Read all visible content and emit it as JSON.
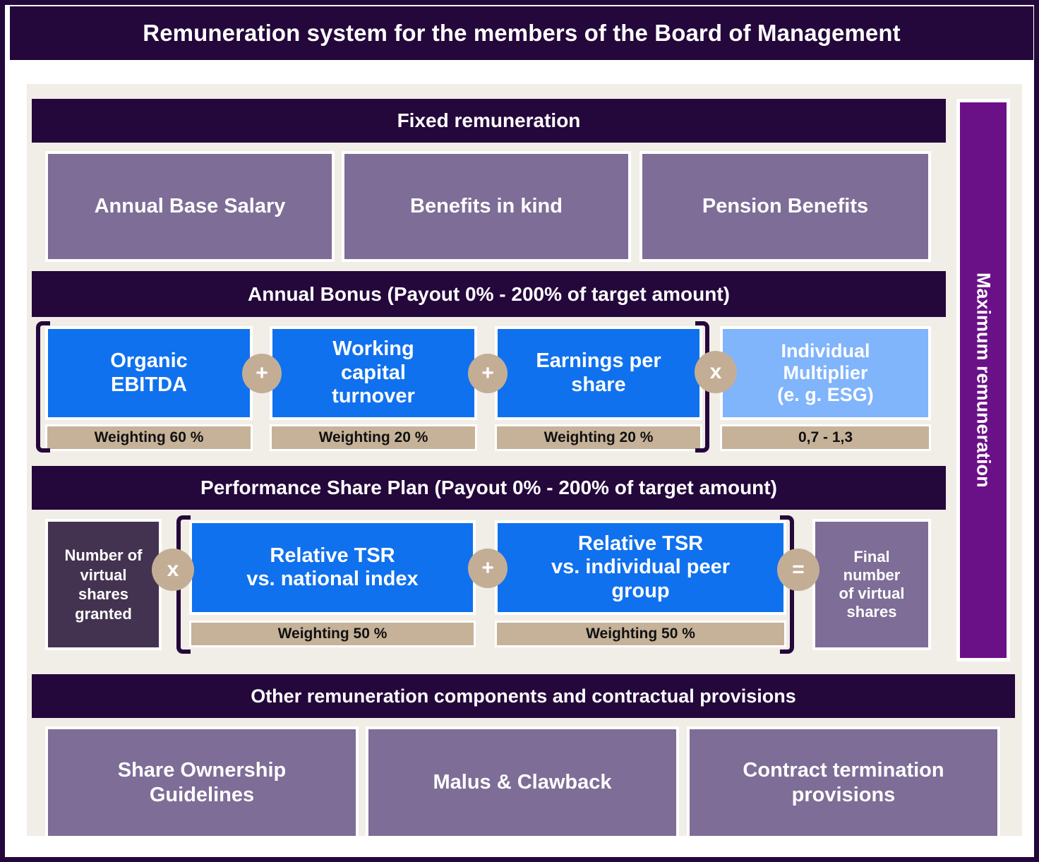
{
  "title": "Remuneration system for the members of the Board of Management",
  "colors": {
    "dark_purple": "#24073B",
    "mauve": "#7E6D97",
    "blue": "#1071EE",
    "light_blue": "#80B4FB",
    "tan": "#C6B299",
    "operator": "#C3AE95",
    "vertical_bar_purple": "#6B1188",
    "dark_box": "#443350",
    "cream": "#F1EDE7"
  },
  "fixed_remuneration": {
    "heading": "Fixed remuneration",
    "items": [
      {
        "label": "Annual Base Salary"
      },
      {
        "label": "Benefits in kind"
      },
      {
        "label": "Pension Benefits"
      }
    ]
  },
  "annual_bonus": {
    "heading": "Annual Bonus (Payout 0% - 200% of target amount)",
    "metrics": [
      {
        "label": "Organic\nEBITDA",
        "weighting": "Weighting 60 %"
      },
      {
        "label": "Working\ncapital\nturnover",
        "weighting": "Weighting 20 %"
      },
      {
        "label": "Earnings per\nshare",
        "weighting": "Weighting 20 %"
      }
    ],
    "operators": [
      "+",
      "+",
      "x"
    ],
    "multiplier": {
      "label": "Individual\nMultiplier\n(e. g. ESG)",
      "range": "0,7  -  1,3"
    }
  },
  "performance_share_plan": {
    "heading": "Performance Share Plan (Payout 0% - 200% of target amount)",
    "input": {
      "label": "Number of\nvirtual\nshares\ngranted"
    },
    "operators": [
      "x",
      "+",
      "="
    ],
    "metrics": [
      {
        "label": "Relative TSR\nvs. national index",
        "weighting": "Weighting 50 %"
      },
      {
        "label": "Relative TSR\nvs. individual peer\ngroup",
        "weighting": "Weighting 50 %"
      }
    ],
    "output": {
      "label": "Final\nnumber\nof virtual\nshares"
    }
  },
  "other_components": {
    "heading": "Other remuneration components and contractual provisions",
    "items": [
      {
        "label": "Share Ownership\nGuidelines"
      },
      {
        "label": "Malus & Clawback"
      },
      {
        "label": "Contract termination\nprovisions"
      }
    ]
  },
  "maximum_remuneration": {
    "label": "Maximum remuneration"
  }
}
